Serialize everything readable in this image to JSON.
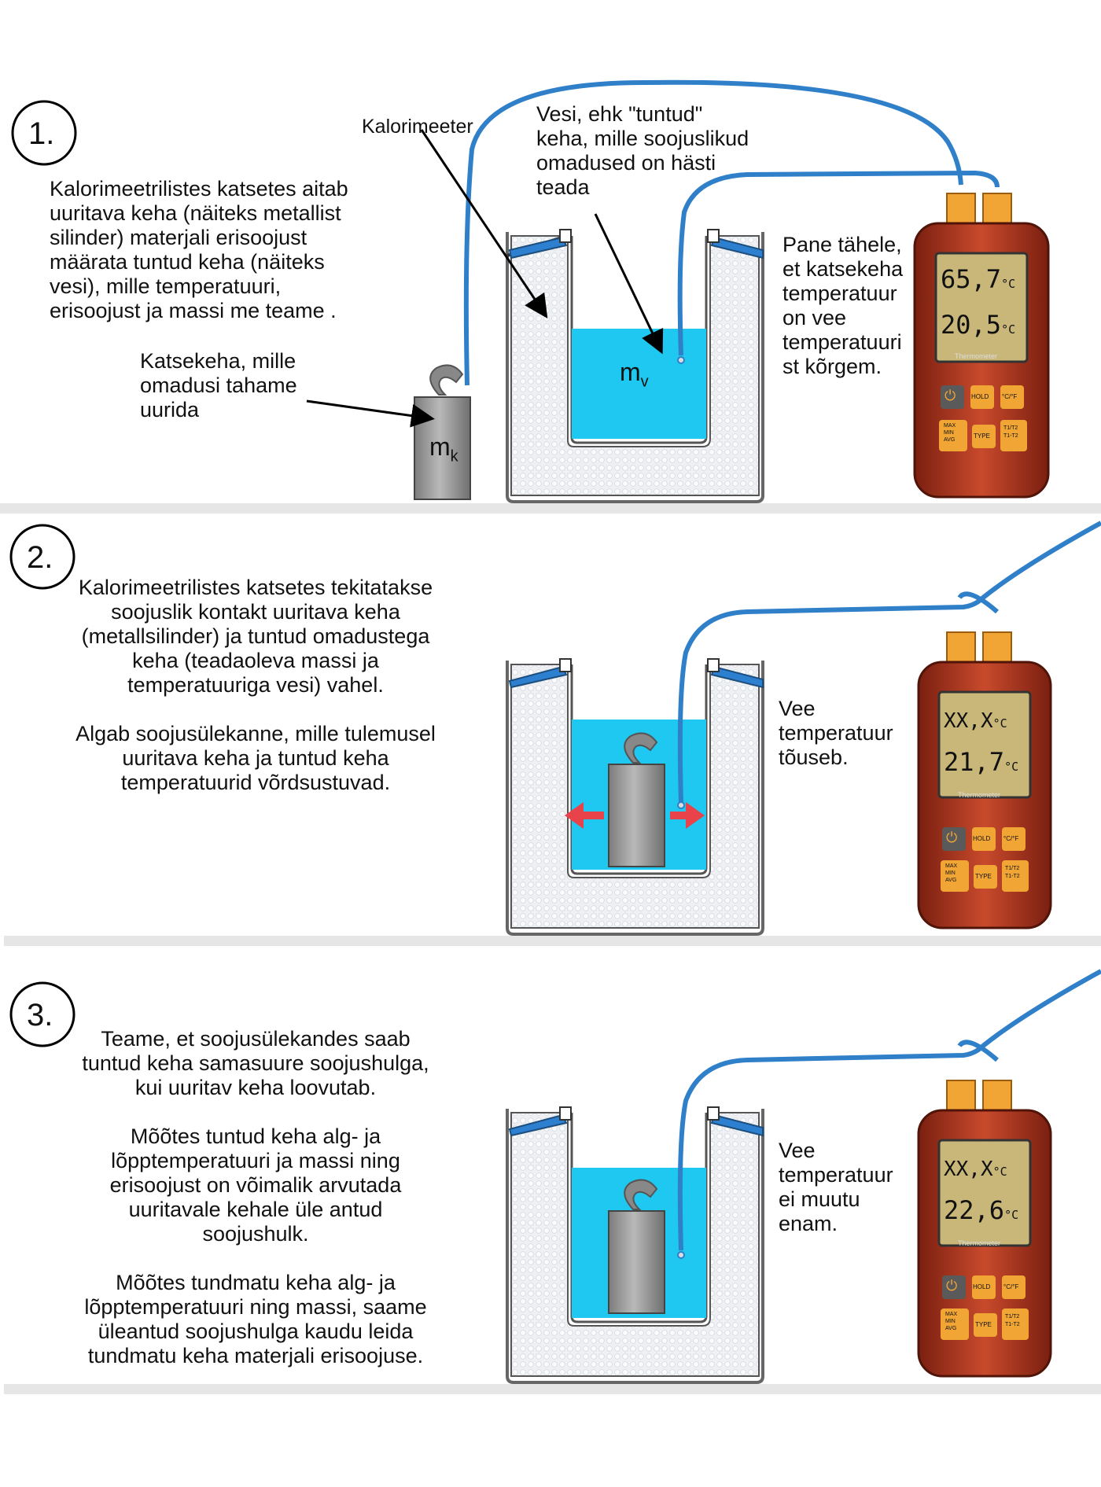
{
  "steps": [
    {
      "number": "1.",
      "text": "Kalorimeetrilistes katsetes aitab\nuuritava keha (näiteks metallist\nsilinder) materjali erisoojust\nmäärata tuntud keha (näiteks\nvesi), mille temperatuuri,\nerisoojust ja massi me teame .",
      "label_calorimeter": "Kalorimeeter",
      "label_water": "Vesi, ehk \"tuntud\"\nkeha, mille soojuslikud\nomadused on hästi\nteada",
      "label_sample": "Katsekeha, mille\nomadusi tahame\nuurida",
      "label_note": "Pane tähele,\net katsekeha\ntemperatuur\non vee\ntemperatuuri\nst kõrgem.",
      "mass_sample": "m",
      "mass_sample_sub": "k",
      "mass_water": "m",
      "mass_water_sub": "v",
      "reading_t1": "65,7",
      "reading_t2": "20,5"
    },
    {
      "number": "2.",
      "text": "Kalorimeetrilistes katsetes tekitatakse\nsoojuslik kontakt uuritava keha\n(metallsilinder) ja tuntud omadustega\nkeha (teadaoleva massi ja\ntemperatuuriga vesi) vahel.\n\nAlgab soojusülekanne, mille tulemusel\nuuritava keha ja tuntud keha\ntemperatuurid võrdsustuvad.",
      "side_note": "Vee\ntemperatuur\ntõuseb.",
      "reading_t1": "XX,X",
      "reading_t2": "21,7"
    },
    {
      "number": "3.",
      "text": "Teame, et soojusülekandes saab\ntuntud keha samasuure soojushulga,\nkui uuritav keha loovutab.\n\nMõõtes tuntud keha alg- ja\nlõpptemperatuuri ja massi ning\nerisoojust on võimalik arvutada\nuuritavale kehale üle antud\nsoojushulk.\n\nMõõtes tundmatu keha alg- ja\nlõpptemperatuuri ning massi, saame\nüleantud soojushulga kaudu leida\ntundmatu keha materjali erisoojuse.",
      "side_note": "Vee\ntemperatuur\nei muutu\nenam.",
      "reading_t1": "XX,X",
      "reading_t2": "22,6"
    }
  ],
  "thermometer": {
    "unit": "°C",
    "brand": "Thermometer",
    "btn_power": "⏻",
    "btn_hold": "HOLD",
    "btn_unit": "°C/°F",
    "btn_maxminavg": "MAX\nMIN\nAVG",
    "btn_type": "TYPE",
    "btn_t1t2": "T1/T2\nT1-T2"
  },
  "colors": {
    "water": "#1ec8f0",
    "cable": "#2f7fc9",
    "meter_body": "#b53a22",
    "lcd": "#c9b77a",
    "buttons": "#f0a535",
    "metal": "#9d9d9d",
    "arrows": "#e8424a"
  }
}
